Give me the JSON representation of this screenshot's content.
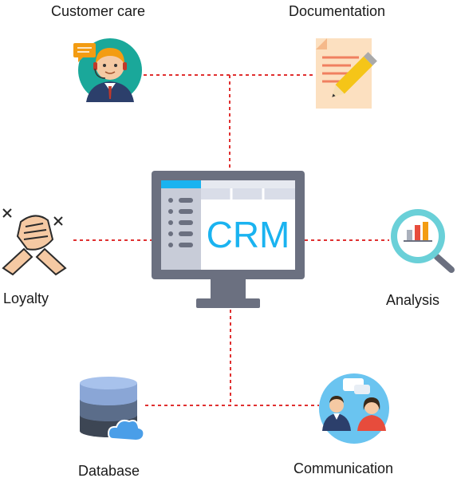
{
  "center": {
    "label": "CRM"
  },
  "nodes": [
    {
      "id": "customer-care",
      "label": "Customer care"
    },
    {
      "id": "documentation",
      "label": "Documentation"
    },
    {
      "id": "loyalty",
      "label": "Loyalty"
    },
    {
      "id": "analysis",
      "label": "Analysis"
    },
    {
      "id": "database",
      "label": "Database"
    },
    {
      "id": "communication",
      "label": "Communication"
    }
  ],
  "colors": {
    "connector": "#e03030",
    "crm_text": "#1ab3f0",
    "monitor_frame": "#6b7080",
    "monitor_screen": "#ffffff",
    "sidebar": "#c8ccd8",
    "tab_active": "#1ab3f0"
  }
}
